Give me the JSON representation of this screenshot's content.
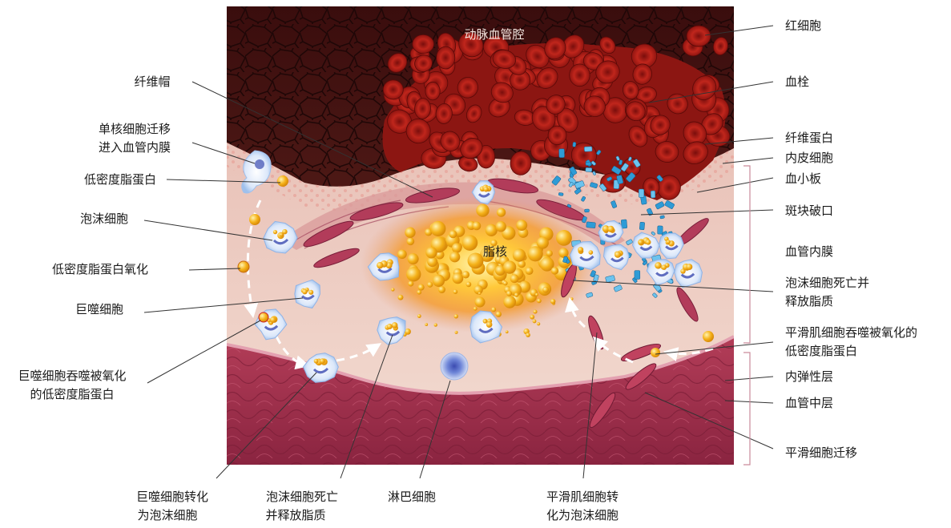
{
  "diagram": {
    "lumen_label": "动脉血管腔",
    "core_label": "脂核",
    "labels_left": {
      "fibrous_cap": "纤维帽",
      "monocyte_line1": "单核细胞迁移",
      "monocyte_line2": "进入血管内膜",
      "ldl": "低密度脂蛋白",
      "foam_cell": "泡沫细胞",
      "oxidized_ldl": "低密度脂蛋白氧化",
      "macrophage": "巨噬细胞",
      "macrophage_engulf_line1": "巨噬细胞吞噬被氧化",
      "macrophage_engulf_line2": "的低密度脂蛋白"
    },
    "labels_right": {
      "red_blood_cell": "红细胞",
      "thrombus": "血栓",
      "fibrin": "纤维蛋白",
      "endothelial_cell": "内皮细胞",
      "platelet": "血小板",
      "plaque_rupture": "斑块破口",
      "intima": "血管内膜",
      "foam_death_line1": "泡沫细胞死亡并",
      "foam_death_line2": "释放脂质",
      "smc_engulf_line1": "平滑肌细胞吞噬被氧化的",
      "smc_engulf_line2": "低密度脂蛋白",
      "internal_elastic": "内弹性层",
      "media": "血管中层",
      "smc_migration": "平滑细胞迁移"
    },
    "labels_bottom": {
      "macro_to_foam_line1": "巨噬细胞转化",
      "macro_to_foam_line2": "为泡沫细胞",
      "foam_death_line1": "泡沫细胞死亡",
      "foam_death_line2": "并释放脂质",
      "lymphocyte": "淋巴细胞",
      "smc_to_foam_line1": "平滑肌细胞转",
      "smc_to_foam_line2": "化为泡沫细胞"
    },
    "colors": {
      "lumen_dark": "#3d0f0f",
      "rbc": "#b3201a",
      "intima": "#f0cfc6",
      "media": "#a8344f",
      "lipid": "#f7b21b",
      "platelet": "#2e9bd6",
      "foam": "#eef3fb"
    }
  }
}
